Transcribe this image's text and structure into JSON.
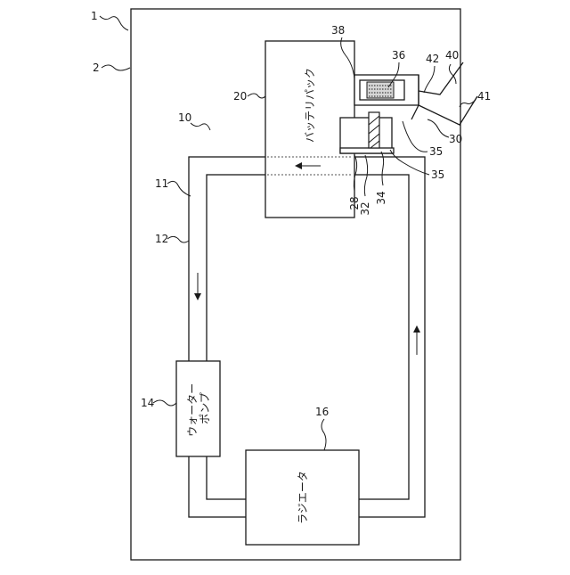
{
  "components": {
    "battery_pack": "バッテリパック",
    "water_pump": "ウォーター\nポンプ",
    "radiator": "ラジエータ"
  },
  "refs": {
    "vehicle": "1",
    "body": "2",
    "cooling_device": "10",
    "circuit": "11",
    "pipe": "12",
    "water_pump": "14",
    "radiator": "16",
    "battery_pack": "20",
    "case_wall": "28",
    "connector": "30",
    "seal": "32",
    "plate": "34",
    "gap": "35",
    "filter": "36",
    "holder": "38",
    "vent_duct": "40",
    "duct_outlet": "41",
    "duct_joint": "42"
  }
}
